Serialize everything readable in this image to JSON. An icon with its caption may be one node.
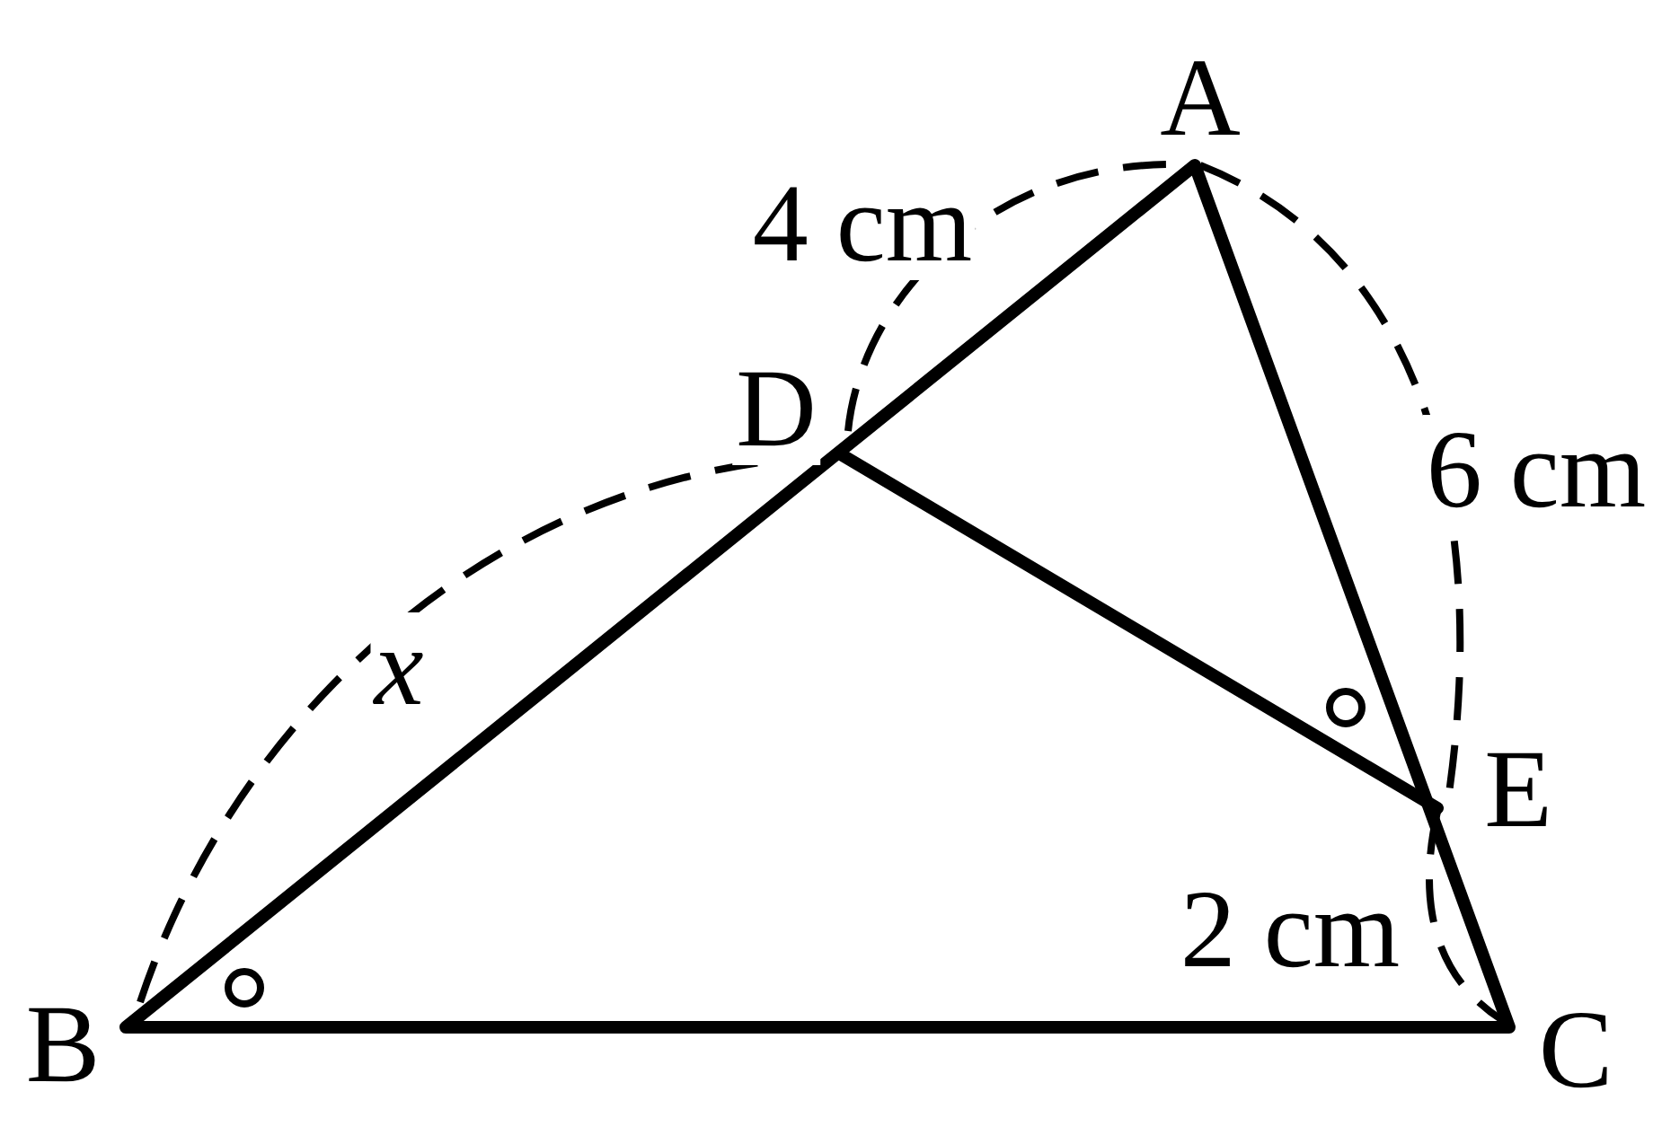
{
  "diagram": {
    "labels": [
      "A",
      "4 cm",
      "D",
      "6 cm",
      "x",
      "E",
      "2 cm",
      "B",
      "C"
    ]
  }
}
